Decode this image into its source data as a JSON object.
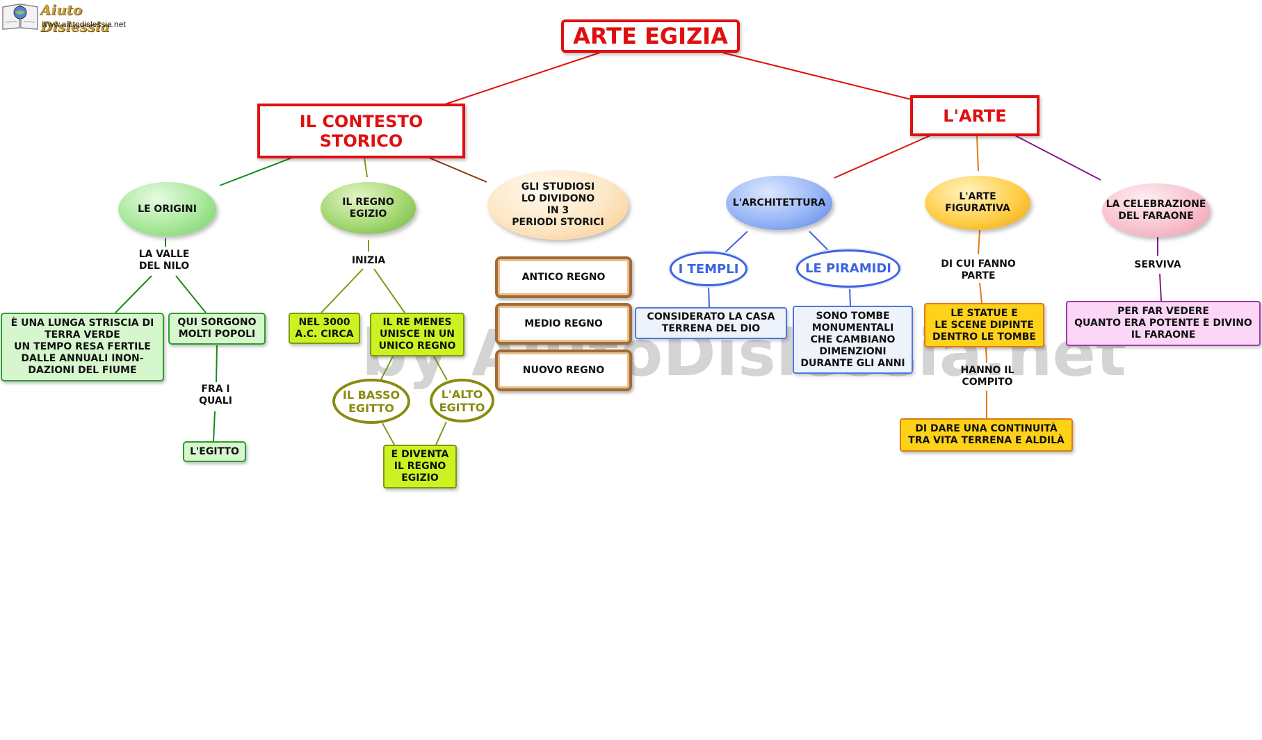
{
  "logo": {
    "title": "Aiuto Dislessia",
    "url": "www.aiutodislessia.net"
  },
  "watermark": "by AiutoDislessia.net",
  "title": "ARTE EGIZIA",
  "contesto": {
    "heading": "IL CONTESTO\nSTORICO",
    "origini": {
      "label": "LE ORIGINI",
      "link": "LA VALLE\nDEL NILO",
      "striscia": "È UNA LUNGA STRISCIA DI\nTERRA VERDE\nUN TEMPO RESA FERTILE\nDALLE ANNUALI INON-\nDAZIONI DEL FIUME",
      "popoli": "QUI SORGONO\nMOLTI POPOLI",
      "link2": "FRA I\nQUALI",
      "egitto": "L'EGITTO"
    },
    "regno": {
      "label": "IL REGNO\nEGIZIO",
      "link": "INIZIA",
      "data": "NEL  3000\nA.C. CIRCA",
      "menes": "IL RE MENES\nUNISCE IN UN\nUNICO REGNO",
      "basso": "IL BASSO\nEGITTO",
      "alto": "L'ALTO\nEGITTO",
      "diventa": "E DIVENTA\nIL REGNO\nEGIZIO"
    },
    "periodi": {
      "label": "GLI STUDIOSI\nLO DIVIDONO\nIN 3\nPERIODI STORICI",
      "antico": "ANTICO REGNO",
      "medio": "MEDIO REGNO",
      "nuovo": "NUOVO REGNO"
    }
  },
  "arte": {
    "heading": "L'ARTE",
    "architettura": {
      "label": "L'ARCHITETTURA",
      "templi": "I TEMPLI",
      "templi_desc": "CONSIDERATO  LA  CASA\nTERRENA DEL DIO",
      "piramidi": "LE PIRAMIDI",
      "piramidi_desc": "SONO TOMBE\nMONUMENTALI\nCHE CAMBIANO\nDIMENZIONI\nDURANTE GLI ANNI"
    },
    "figurativa": {
      "label": "L'ARTE\nFIGURATIVA",
      "link": "DI CUI FANNO\nPARTE",
      "statue": "LE STATUE E\nLE SCENE DIPINTE\nDENTRO LE TOMBE",
      "link2": "HANNO IL\nCOMPITO",
      "continuita": "DI DARE UNA CONTINUITÀ\nTRA VITA TERRENA E ALDILÀ"
    },
    "celebrazione": {
      "label": "LA CELEBRAZIONE\nDEL FARAONE",
      "link": "SERVIVA",
      "desc": "PER FAR VEDERE\nQUANTO ERA POTENTE E DIVINO\nIL FARAONE"
    }
  }
}
